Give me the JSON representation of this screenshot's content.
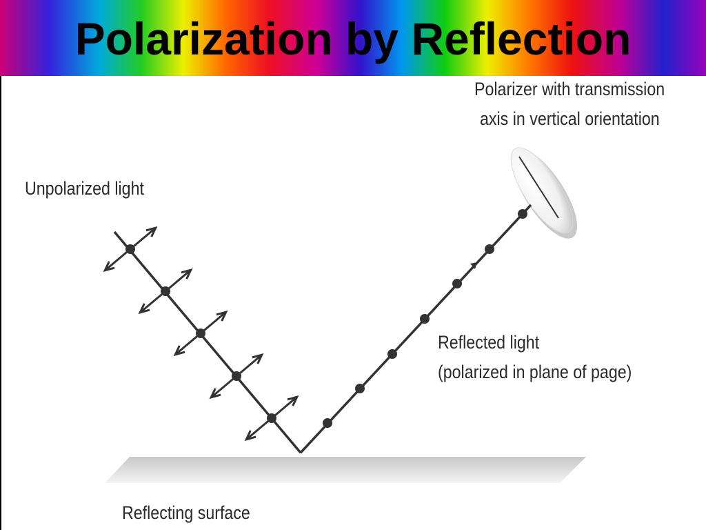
{
  "title": "Polarization by Reflection",
  "labels": {
    "unpolarized": "Unpolarized light",
    "polarizer_line1": "Polarizer with transmission",
    "polarizer_line2": "axis in vertical orientation",
    "reflected_line1": "Reflected light",
    "reflected_line2": "(polarized in plane of page)",
    "surface": "Reflecting surface"
  },
  "colors": {
    "ray": "#333333",
    "text": "#2a2a2a",
    "surface": "#d4d4d4"
  }
}
